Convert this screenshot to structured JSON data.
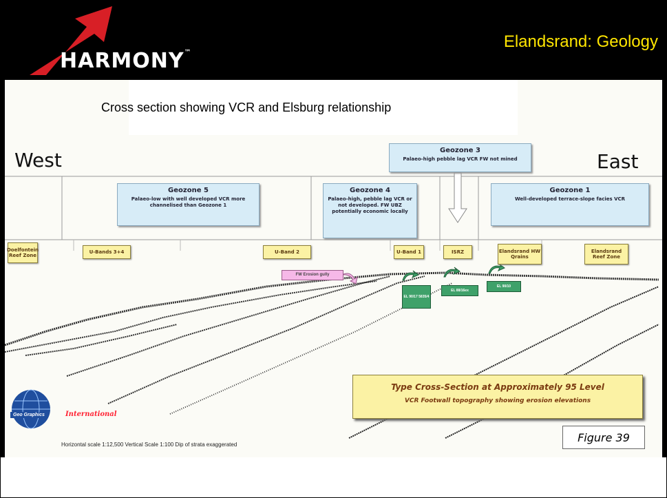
{
  "header": {
    "logo_text": "HARMONY",
    "logo_tm": "™",
    "title": "Elandsrand: Geology"
  },
  "figure": {
    "caption": "Cross section showing VCR and Elsburg relationship",
    "west_label": "West",
    "east_label": "East",
    "geozones": [
      {
        "title": "Geozone 5",
        "desc": "Palaeo-low with well developed VCR more channelised than Geozone 1"
      },
      {
        "title": "Geozone 4",
        "desc": "Palaeo-high, pebble lag VCR or not developed. FW UBZ potentially economic locally"
      },
      {
        "title": "Geozone 3",
        "desc": "Palaeo-high pebble lag VCR FW not mined"
      },
      {
        "title": "Geozone 1",
        "desc": "Well-developed terrace-slope facies VCR"
      }
    ],
    "zone_labels": [
      "Doelfontein Reef Zone",
      "U-Bands 3+4",
      "U-Band 2",
      "U-Band 1",
      "ISRZ",
      "Elandsrand HW Qrains",
      "Elandsrand Reef Zone"
    ],
    "pink_label": "FW Erosion gully",
    "green_labels": [
      "EL 90/17 5835/4",
      "EL 88/16ex",
      "EL 90/10"
    ],
    "type_title": "Type Cross-Section at Approximately 95 Level",
    "type_subtitle": "VCR Footwall topography showing erosion elevations",
    "figure_label": "Figure 39",
    "scale_text": "Horizontal scale 1:12,500   Vertical Scale 1:100   Dip of strata exaggerated",
    "company_text": "Geo Graphics",
    "company_text2": "International"
  },
  "colors": {
    "header_bg": "#000000",
    "title_color": "#ffe600",
    "arrow_color": "#d81f26",
    "geozone_bg": "#d7ecf7",
    "zone_label_bg": "#fbf2a4",
    "green_label_bg": "#3fa16a",
    "pink_label_bg": "#f6b8e8"
  }
}
